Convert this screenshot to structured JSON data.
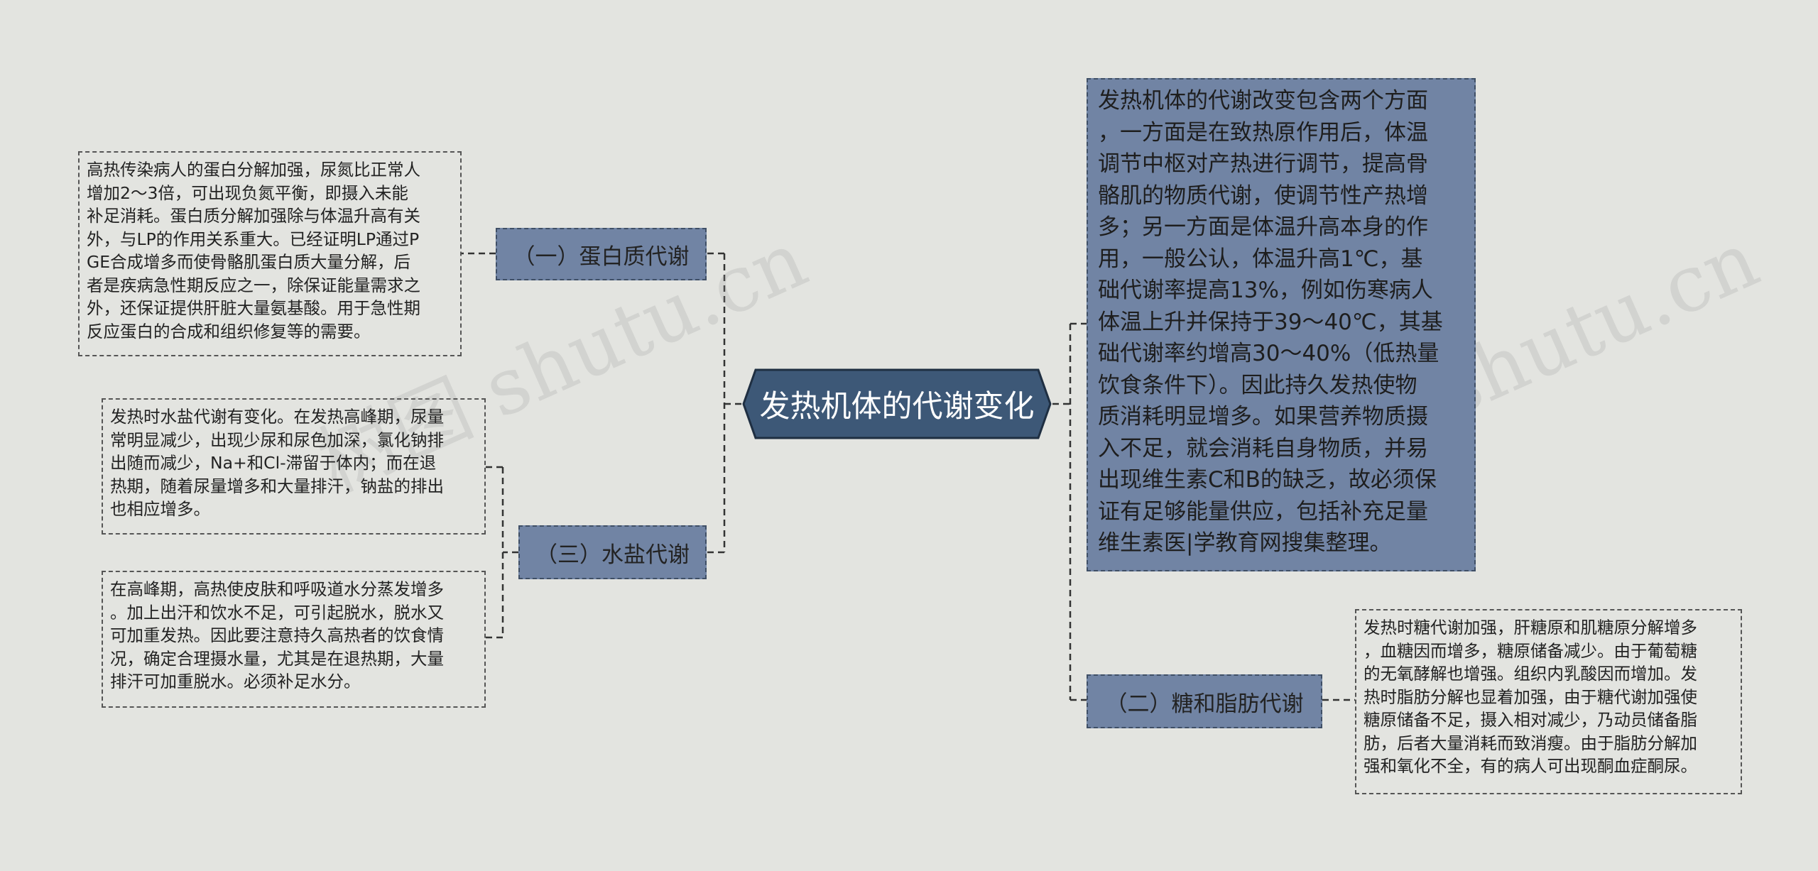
{
  "center": {
    "title": "发热机体的代谢变化"
  },
  "branches": {
    "protein": {
      "label": "（一）蛋白质代谢"
    },
    "water_salt": {
      "label": "（三）水盐代谢"
    },
    "sugar_fat": {
      "label": "（二）糖和脂肪代谢"
    }
  },
  "leaves": {
    "protein_detail": "高热传染病人的蛋白分解加强，尿氮比正常人\n增加2～3倍，可出现负氮平衡，即摄入未能\n补足消耗。蛋白质分解加强除与体温升高有关\n外，与LP的作用关系重大。已经证明LP通过P\nGE合成增多而使骨骼肌蛋白质大量分解，后\n者是疾病急性期反应之一，除保证能量需求之\n外，还保证提供肝脏大量氨基酸。用于急性期\n反应蛋白的合成和组织修复等的需要。",
    "water_salt_detail_1": "发热时水盐代谢有变化。在发热高峰期，尿量\n常明显减少，出现少尿和尿色加深，氯化钠排\n出随而减少，Na+和Cl-滞留于体内；而在退\n热期，随着尿量增多和大量排汗，钠盐的排出\n也相应增多。",
    "water_salt_detail_2": "在高峰期，高热使皮肤和呼吸道水分蒸发增多\n。加上出汗和饮水不足，可引起脱水，脱水又\n可加重发热。因此要注意持久高热者的饮食情\n况，确定合理摄水量，尤其是在退热期，大量\n排汗可加重脱水。必须补足水分。",
    "overview": "发热机体的代谢改变包含两个方面\n，一方面是在致热原作用后，体温\n调节中枢对产热进行调节，提高骨\n骼肌的物质代谢，使调节性产热增\n多；另一方面是体温升高本身的作\n用，一般公认，体温升高1℃，基\n础代谢率提高13%，例如伤寒病人\n体温上升并保持于39～40℃，其基\n础代谢率约增高30～40%（低热量\n饮食条件下）。因此持久发热使物\n质消耗明显增多。如果营养物质摄\n入不足，就会消耗自身物质，并易\n出现维生素C和B的缺乏，故必须保\n证有足够能量供应，包括补充足量\n维生素医|学教育网搜集整理。",
    "sugar_fat_detail": "发热时糖代谢加强，肝糖原和肌糖原分解增多\n，血糖因而增多，糖原储备减少。由于葡萄糖\n的无氧酵解也增强。组织内乳酸因而增加。发\n热时脂肪分解也显着加强，由于糖代谢加强使\n糖原储备不足，摄入相对减少，乃动员储备脂\n肪，后者大量消耗而致消瘦。由于脂肪分解加\n强和氧化不全，有的病人可出现酮血症酮尿。"
  },
  "watermark": {
    "text_1": "树图 shutu.cn",
    "text_2": "树图 shutu.cn"
  },
  "colors": {
    "background": "#e3e4e0",
    "center_fill": "#3d5877",
    "node_fill": "#7184a4",
    "line": "#333333"
  }
}
